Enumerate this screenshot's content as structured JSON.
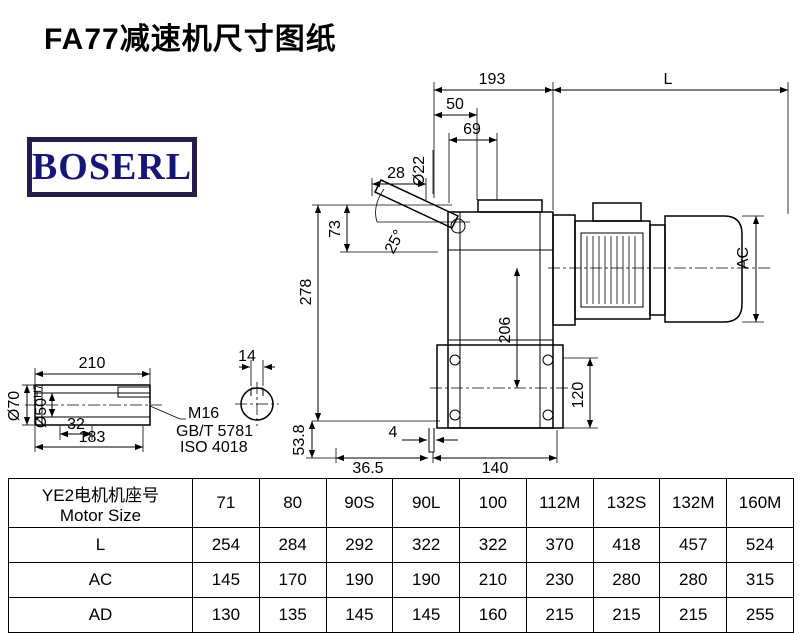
{
  "title": "FA77减速机尺寸图纸",
  "logo": {
    "text": "BOSERL"
  },
  "colors": {
    "background": "#ffffff",
    "line": "#000000",
    "logo_text": "#15157e",
    "logo_border": "#241f52"
  },
  "drawing": {
    "dims": {
      "w193": "193",
      "L": "L",
      "w50": "50",
      "w69": "69",
      "dia22": "Ø22",
      "w28": "28",
      "h73": "73",
      "angle25": "25°",
      "h278": "278",
      "h206": "206",
      "AC": "AC",
      "h120": "120",
      "t4": "4",
      "w36_5": "36.5",
      "w140": "140",
      "h53_8": "53.8",
      "w210": "210",
      "w14": "14",
      "dia70": "Ø70",
      "dia50_base": "Ø50",
      "dia50_sup": "H7",
      "w32": "32",
      "w183": "183",
      "thread": "M16",
      "std1": "GB/T 5781",
      "std2": "ISO 4018"
    }
  },
  "table": {
    "header": {
      "line1": "YE2电机机座号",
      "line2": "Motor Size"
    },
    "columns": [
      "71",
      "80",
      "90S",
      "90L",
      "100",
      "112M",
      "132S",
      "132M",
      "160M"
    ],
    "rows": [
      {
        "label": "L",
        "values": [
          "254",
          "284",
          "292",
          "322",
          "322",
          "370",
          "418",
          "457",
          "524"
        ]
      },
      {
        "label": "AC",
        "values": [
          "145",
          "170",
          "190",
          "190",
          "210",
          "230",
          "280",
          "280",
          "315"
        ]
      },
      {
        "label": "AD",
        "values": [
          "130",
          "135",
          "145",
          "145",
          "160",
          "215",
          "215",
          "215",
          "255"
        ]
      }
    ]
  }
}
